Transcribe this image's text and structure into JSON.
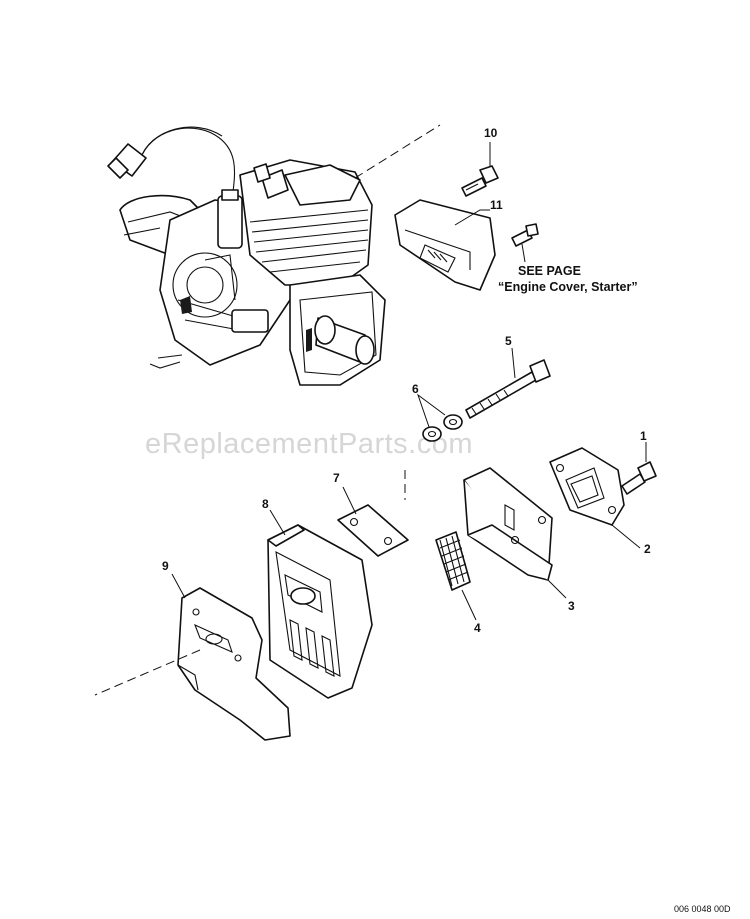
{
  "callouts": [
    {
      "id": "1",
      "part": "bolt"
    },
    {
      "id": "2",
      "part": "gasket"
    },
    {
      "id": "3",
      "part": "heat-shield-plate"
    },
    {
      "id": "4",
      "part": "screen"
    },
    {
      "id": "5",
      "part": "long-bolt"
    },
    {
      "id": "6",
      "part": "washers"
    },
    {
      "id": "7",
      "part": "gasket"
    },
    {
      "id": "8",
      "part": "muffler"
    },
    {
      "id": "9",
      "part": "muffler-cover"
    },
    {
      "id": "10",
      "part": "bolt"
    },
    {
      "id": "11",
      "part": "cover"
    }
  ],
  "note": {
    "line1": "SEE PAGE",
    "line2": "“Engine Cover, Starter”"
  },
  "watermark": "eReplacementParts.com",
  "drawing_code": "006 0048 00D"
}
